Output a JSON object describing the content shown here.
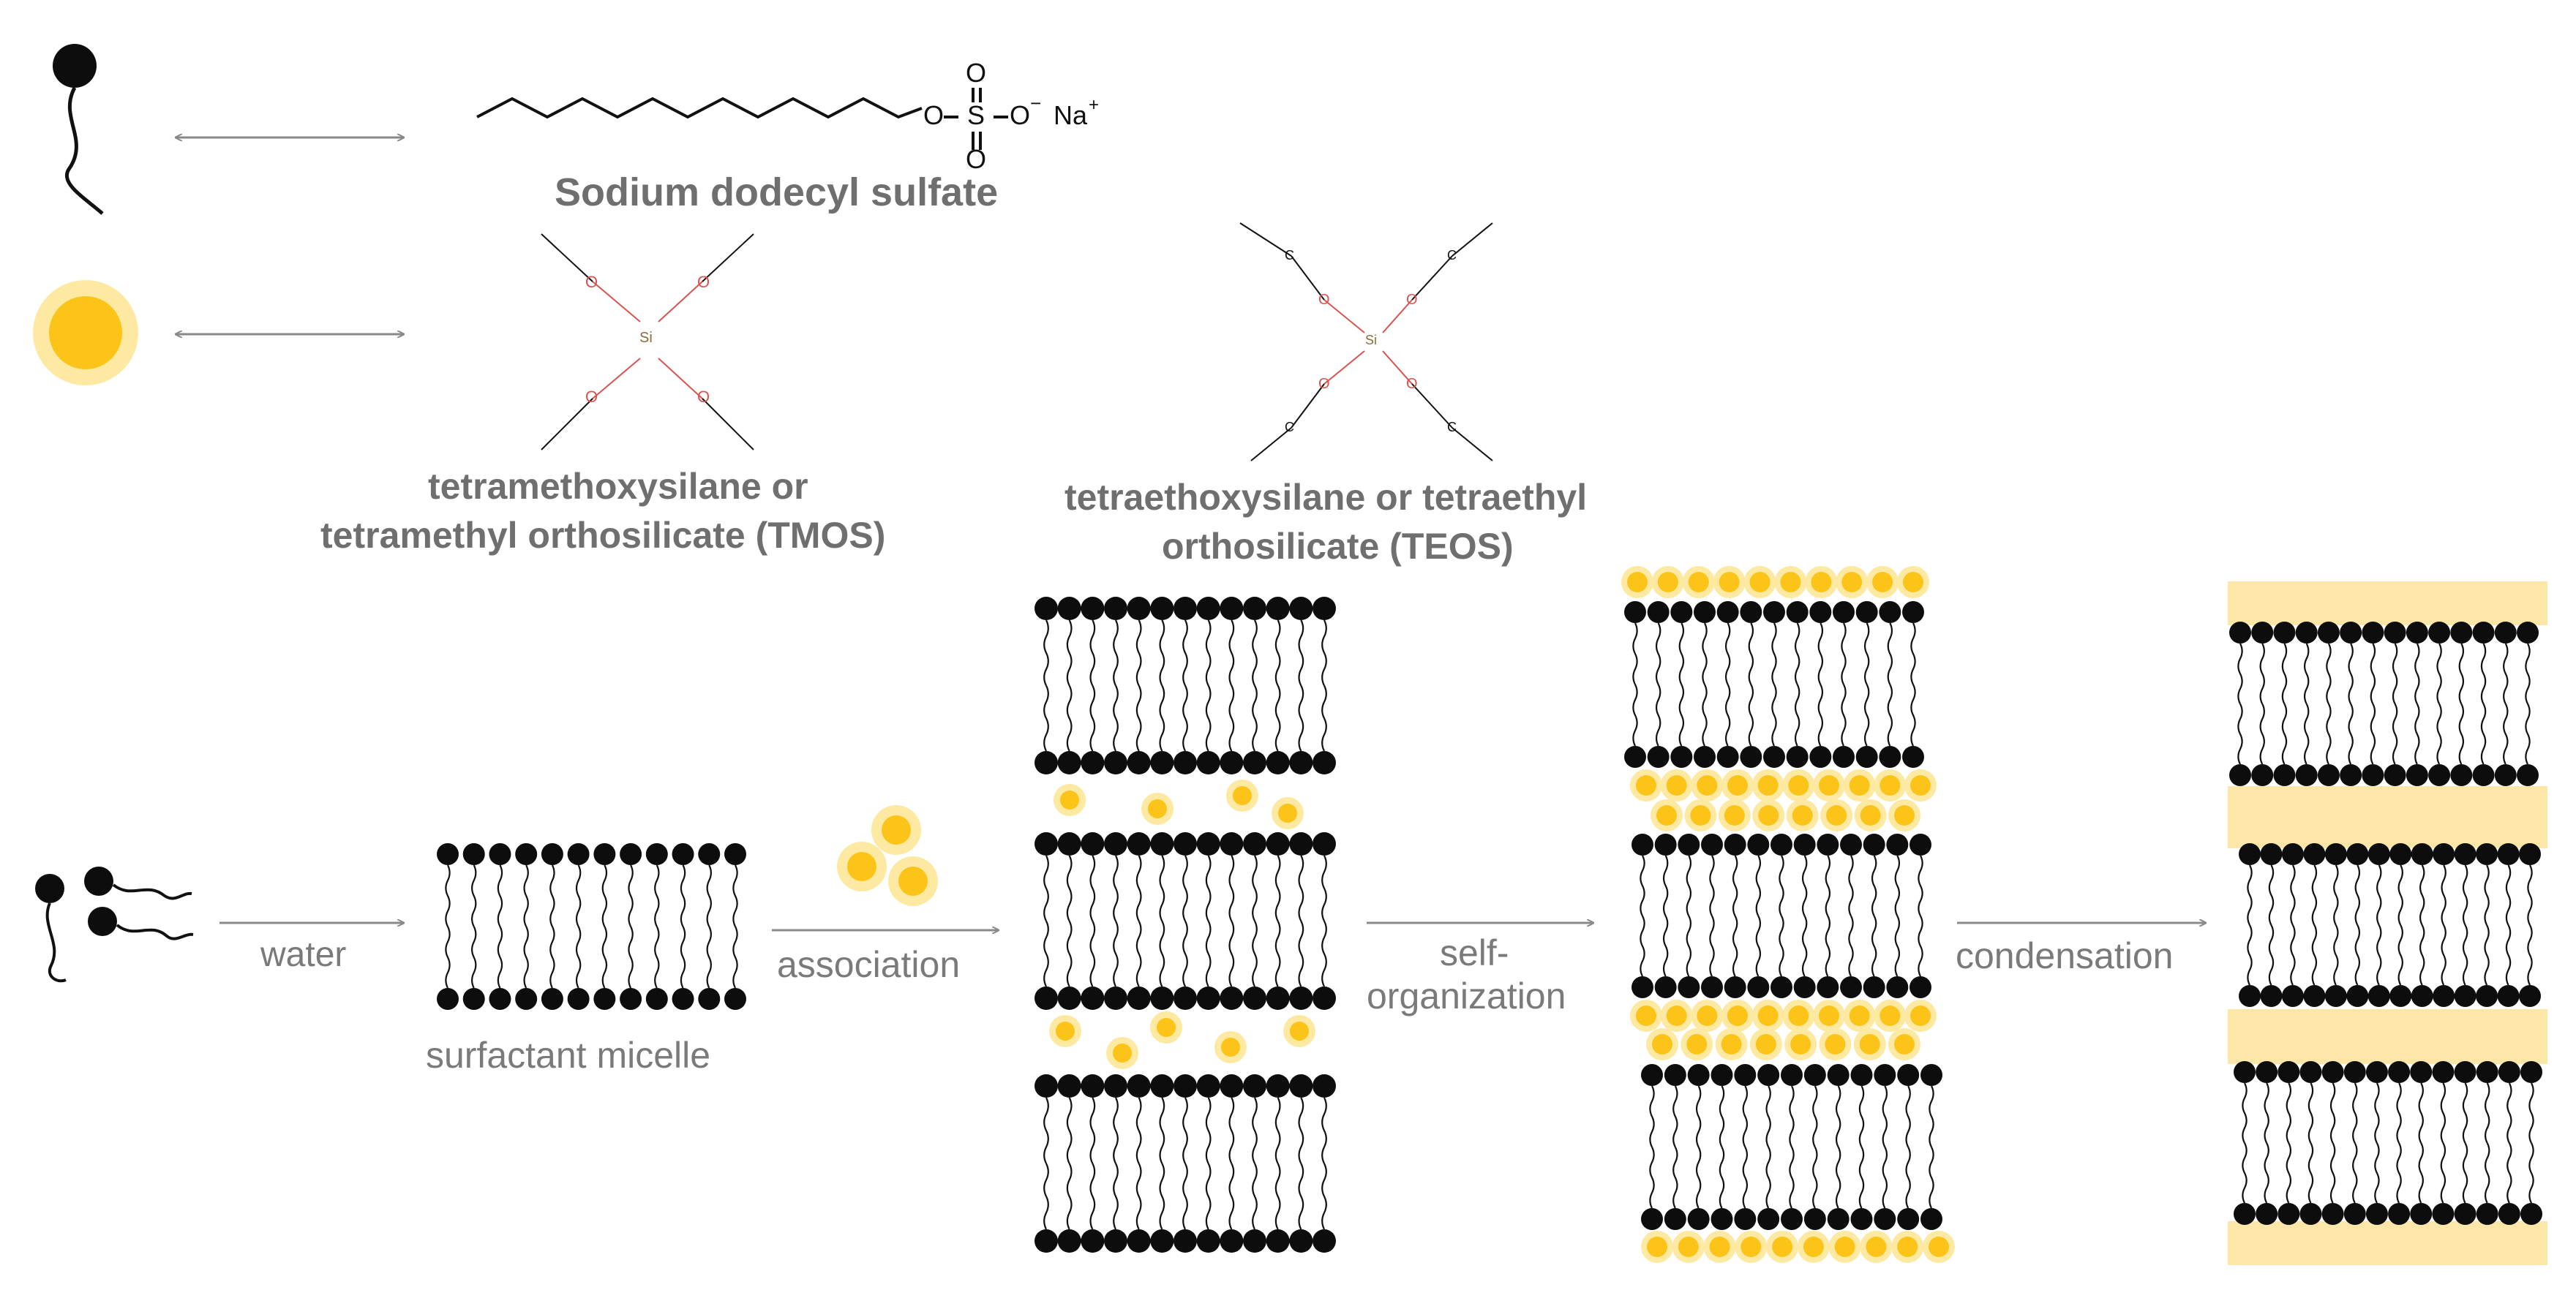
{
  "legend": {
    "sds_label": "Sodium dodecyl sulfate",
    "sds_O_top": "O",
    "sds_O_left": "O",
    "sds_S": "S",
    "sds_O_minus": "O",
    "sds_minus": "−",
    "sds_O_bottom": "O",
    "sds_Na": "Na",
    "sds_plus": "+",
    "tmos_line1": "tetramethoxysilane or",
    "tmos_line2": "tetramethyl orthosilicate (TMOS)",
    "teos_line1": "tetraethoxysilane or tetraethyl",
    "teos_line2": "orthosilicate (TEOS)",
    "atom_Si": "Si",
    "atom_O": "O",
    "atom_C": "C"
  },
  "process": {
    "step1": "water",
    "micelle_label": "surfactant micelle",
    "step2": "association",
    "step3_line1": "self-",
    "step3_line2": "organization",
    "step4": "condensation"
  },
  "colors": {
    "yellow": "#fcc419",
    "yellow_halo": "#fde9a2",
    "silica_band": "#fce7a8",
    "head": "#0d0d0d",
    "arrow": "#8a8a8a",
    "bond_red": "#d9534f"
  }
}
